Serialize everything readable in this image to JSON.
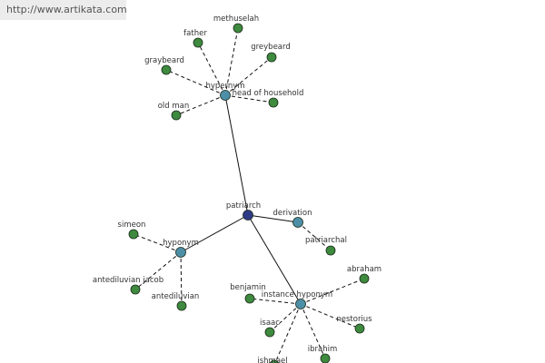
{
  "url": "http://www.artikata.com",
  "colors": {
    "root": "#2e3a86",
    "relation": "#4d8fa6",
    "word": "#3e8a3e"
  },
  "nodes": [
    {
      "id": "patriarch",
      "label": "patriarch",
      "kind": "root"
    },
    {
      "id": "hypernym",
      "label": "hypernym",
      "kind": "relation"
    },
    {
      "id": "derivation",
      "label": "derivation",
      "kind": "relation"
    },
    {
      "id": "hyponym",
      "label": "hyponym",
      "kind": "relation"
    },
    {
      "id": "instance-hyponym",
      "label": "instance hyponym",
      "kind": "relation"
    },
    {
      "id": "methuselah",
      "label": "methuselah",
      "kind": "word"
    },
    {
      "id": "father",
      "label": "father",
      "kind": "word"
    },
    {
      "id": "greybeard",
      "label": "greybeard",
      "kind": "word"
    },
    {
      "id": "graybeard",
      "label": "graybeard",
      "kind": "word"
    },
    {
      "id": "head-of-household",
      "label": "head of household",
      "kind": "word"
    },
    {
      "id": "old-man",
      "label": "old man",
      "kind": "word"
    },
    {
      "id": "patriarchal",
      "label": "patriarchal",
      "kind": "word"
    },
    {
      "id": "simeon",
      "label": "simeon",
      "kind": "word"
    },
    {
      "id": "antediluvian-jacob",
      "label": "antediluvian jacob",
      "kind": "word"
    },
    {
      "id": "antediluvian",
      "label": "antediluvian",
      "kind": "word"
    },
    {
      "id": "benjamin",
      "label": "benjamin",
      "kind": "word"
    },
    {
      "id": "abraham",
      "label": "abraham",
      "kind": "word"
    },
    {
      "id": "nestorius",
      "label": "nestorius",
      "kind": "word"
    },
    {
      "id": "isaac",
      "label": "isaac",
      "kind": "word"
    },
    {
      "id": "ibrahim",
      "label": "ibrahim",
      "kind": "word"
    },
    {
      "id": "ishmael",
      "label": "ishmael",
      "kind": "word"
    }
  ],
  "edges": [
    {
      "from": "patriarch",
      "to": "hypernym",
      "style": "solid"
    },
    {
      "from": "patriarch",
      "to": "derivation",
      "style": "solid"
    },
    {
      "from": "patriarch",
      "to": "hyponym",
      "style": "solid"
    },
    {
      "from": "patriarch",
      "to": "instance-hyponym",
      "style": "solid"
    },
    {
      "from": "hypernym",
      "to": "methuselah",
      "style": "dashed"
    },
    {
      "from": "hypernym",
      "to": "father",
      "style": "dashed"
    },
    {
      "from": "hypernym",
      "to": "greybeard",
      "style": "dashed"
    },
    {
      "from": "hypernym",
      "to": "graybeard",
      "style": "dashed"
    },
    {
      "from": "hypernym",
      "to": "head-of-household",
      "style": "dashed"
    },
    {
      "from": "hypernym",
      "to": "old-man",
      "style": "dashed"
    },
    {
      "from": "derivation",
      "to": "patriarchal",
      "style": "dashed"
    },
    {
      "from": "hyponym",
      "to": "simeon",
      "style": "dashed"
    },
    {
      "from": "hyponym",
      "to": "antediluvian-jacob",
      "style": "dashed"
    },
    {
      "from": "hyponym",
      "to": "antediluvian",
      "style": "dashed"
    },
    {
      "from": "instance-hyponym",
      "to": "benjamin",
      "style": "dashed"
    },
    {
      "from": "instance-hyponym",
      "to": "abraham",
      "style": "dashed"
    },
    {
      "from": "instance-hyponym",
      "to": "nestorius",
      "style": "dashed"
    },
    {
      "from": "instance-hyponym",
      "to": "isaac",
      "style": "dashed"
    },
    {
      "from": "instance-hyponym",
      "to": "ibrahim",
      "style": "dashed"
    },
    {
      "from": "instance-hyponym",
      "to": "ishmael",
      "style": "dashed"
    }
  ]
}
